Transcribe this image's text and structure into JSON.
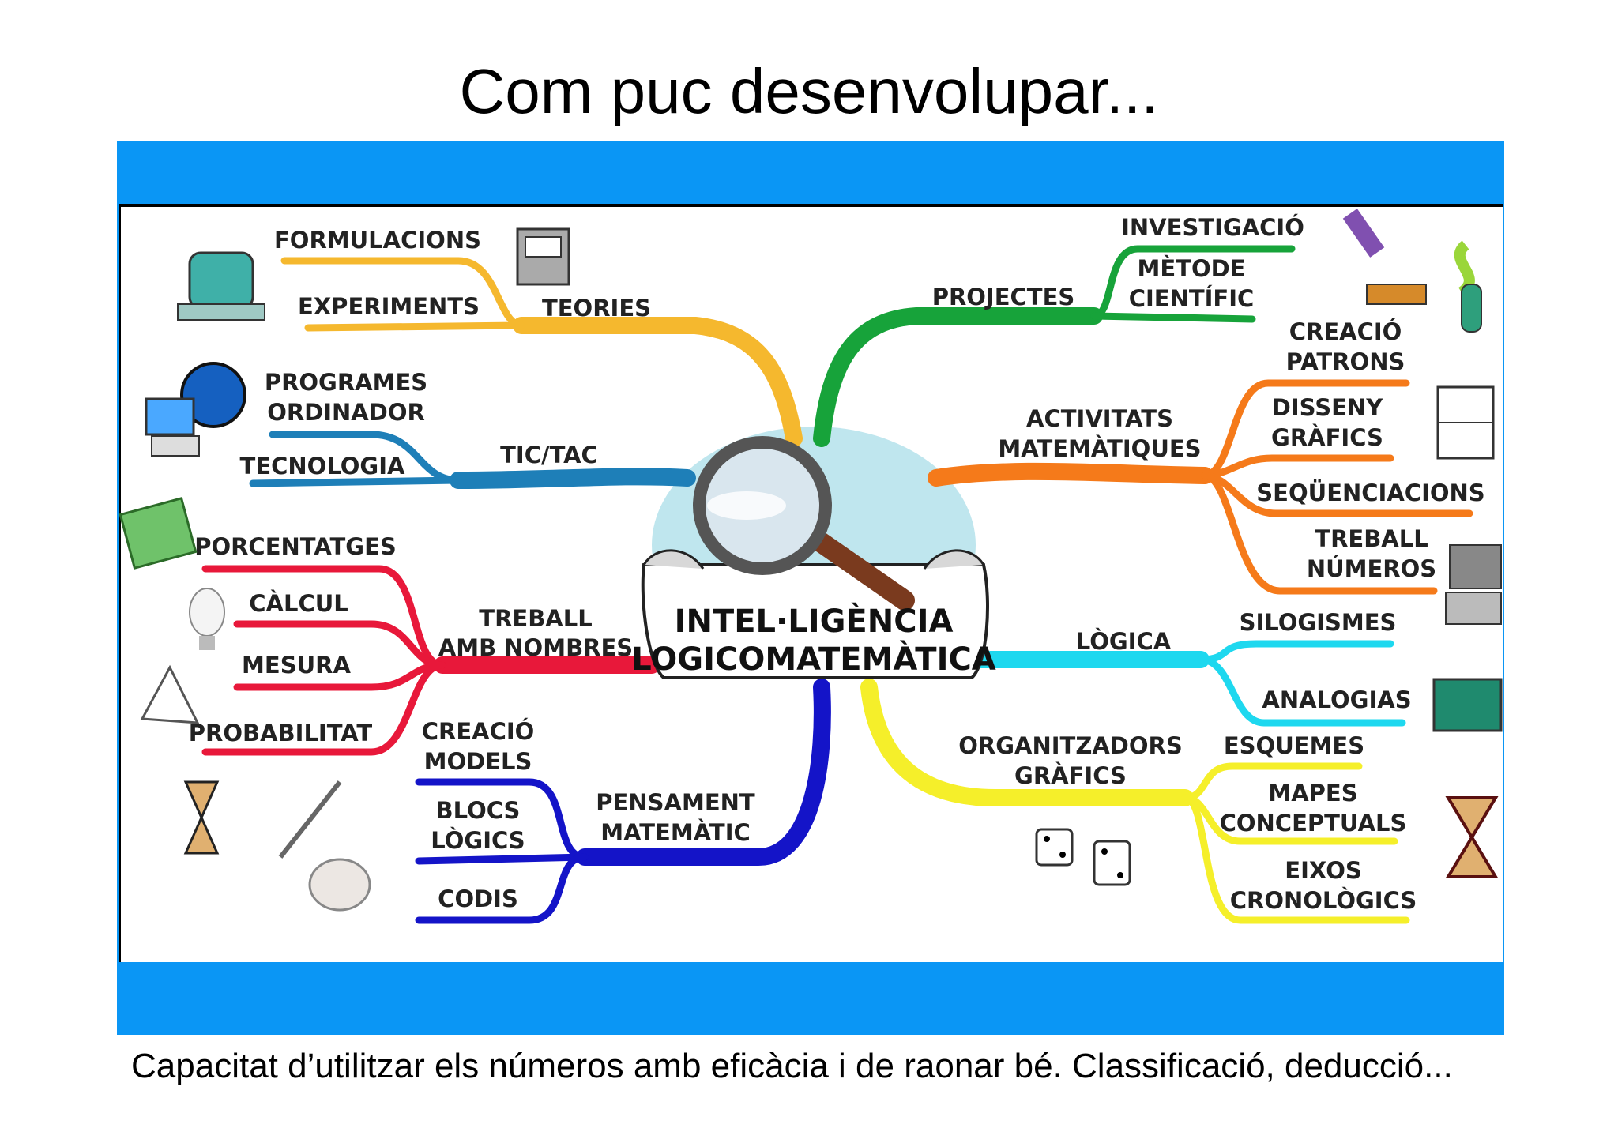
{
  "slide": {
    "title": "Com puc desenvolupar...",
    "caption": "Capacitat d’utilitzar els números amb eficàcia i de raonar bé. Classificació, deducció..."
  },
  "mindmap": {
    "center_line1": "INTEL·LIGÈNCIA",
    "center_line2": "LOGICOMATEMÀTICA",
    "branches": {
      "teories": {
        "label": "TEORIES",
        "color": "#f5b82e",
        "items": [
          "FORMULACIONS",
          "EXPERIMENTS"
        ]
      },
      "tic": {
        "label": "TIC/TAC",
        "color": "#1e7fb8",
        "items": [
          "PROGRAMES",
          "ORDINADOR",
          "TECNOLOGIA"
        ]
      },
      "numbres": {
        "label1": "TREBALL",
        "label2": "AMB NOMBRES",
        "color": "#e8183a",
        "items": [
          "PORCENTATGES",
          "CÀLCUL",
          "MESURA",
          "PROBABILITAT"
        ]
      },
      "pensament": {
        "label1": "PENSAMENT",
        "label2": "MATEMÀTIC",
        "color": "#1414c8",
        "items": [
          "CREACIÓ",
          "MODELS",
          "BLOCS",
          "LÒGICS",
          "CODIS"
        ]
      },
      "projectes": {
        "label": "PROJECTES",
        "color": "#17a33a",
        "items": [
          "INVESTIGACIÓ",
          "MÈTODE",
          "CIENTÍFIC"
        ]
      },
      "activitats": {
        "label1": "ACTIVITATS",
        "label2": "MATEMÀTIQUES",
        "color": "#f57a1a",
        "items": [
          "CREACIÓ",
          "PATRONS",
          "DISSENY",
          "GRÀFICS",
          "SEQÜENCIACIONS",
          "TREBALL",
          "NÚMEROS"
        ]
      },
      "logica": {
        "label": "LÒGICA",
        "color": "#1ed8ef",
        "items": [
          "SILOGISMES",
          "ANALOGIAS"
        ]
      },
      "organitzadors": {
        "label1": "ORGANITZADORS",
        "label2": "GRÀFICS",
        "color": "#f5ef2a",
        "items": [
          "ESQUEMES",
          "MAPES",
          "CONCEPTUALS",
          "EIXOS",
          "CRONOLÒGICS"
        ]
      }
    }
  },
  "colors": {
    "frame": "#0a96f5",
    "bubble": "#bfe6ee"
  }
}
